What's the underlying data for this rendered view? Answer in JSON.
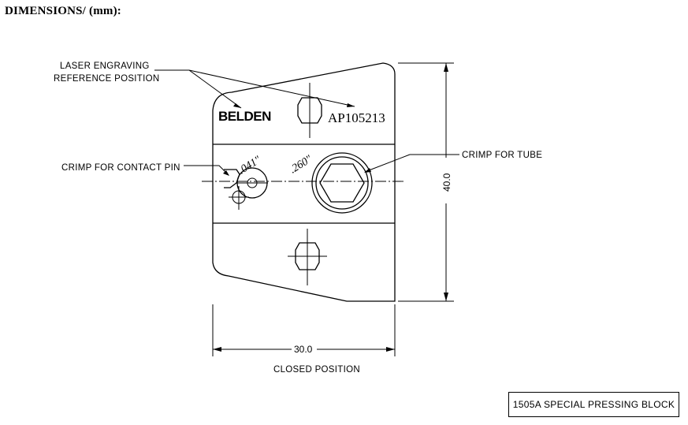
{
  "heading": "DIMENSIONS/ (mm):",
  "labels": {
    "laser_line1": "LASER ENGRAVING",
    "laser_line2": "REFERENCE POSITION",
    "crimp_pin": "CRIMP FOR CONTACT PIN",
    "crimp_tube": "CRIMP FOR TUBE",
    "closed_position": "CLOSED POSITION"
  },
  "engraving": {
    "logo": "BELDEN",
    "part_number": "AP105213"
  },
  "dimensions": {
    "small_diameter": ".041\"",
    "large_diameter": ".260\"",
    "height": "40.0",
    "width": "30.0"
  },
  "title_block": "1505A SPECIAL PRESSING BLOCK"
}
